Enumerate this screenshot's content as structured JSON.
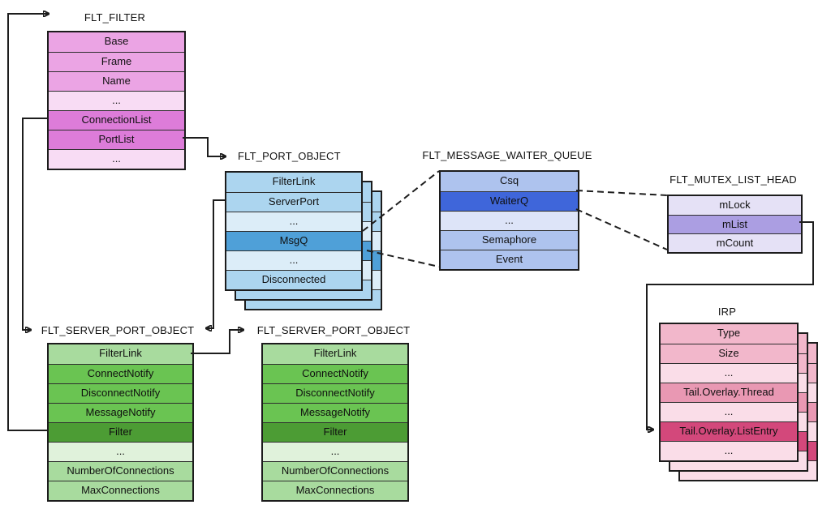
{
  "diagram": {
    "line_color": "#1d1d1d",
    "structs": {
      "flt_filter": {
        "title": "FLT_FILTER",
        "stack_count": 1,
        "palette": {
          "normal": "#EBA4E4",
          "faint": "#F8DCF4",
          "highlight": "#DD7CD9"
        },
        "rows": [
          {
            "label": "Base",
            "tone": "normal"
          },
          {
            "label": "Frame",
            "tone": "normal"
          },
          {
            "label": "Name",
            "tone": "normal"
          },
          {
            "label": "...",
            "tone": "faint"
          },
          {
            "label": "ConnectionList",
            "tone": "highlight"
          },
          {
            "label": "PortList",
            "tone": "highlight"
          },
          {
            "label": "...",
            "tone": "faint"
          }
        ]
      },
      "flt_port_object": {
        "title": "FLT_PORT_OBJECT",
        "stack_count": 3,
        "palette": {
          "normal": "#ACD5EF",
          "faint": "#DCEDF8",
          "accent": "#4FA0D8"
        },
        "rows": [
          {
            "label": "FilterLink",
            "tone": "normal"
          },
          {
            "label": "ServerPort",
            "tone": "normal"
          },
          {
            "label": "...",
            "tone": "faint"
          },
          {
            "label": "MsgQ",
            "tone": "accent"
          },
          {
            "label": "...",
            "tone": "faint"
          },
          {
            "label": "Disconnected",
            "tone": "normal"
          }
        ]
      },
      "flt_message_waiter_queue": {
        "title": "FLT_MESSAGE_WAITER_QUEUE",
        "stack_count": 1,
        "palette": {
          "normal": "#AEC3EE",
          "faint": "#DDE4F8",
          "accent": "#3F66DA"
        },
        "rows": [
          {
            "label": "Csq",
            "tone": "normal"
          },
          {
            "label": "WaiterQ",
            "tone": "accent"
          },
          {
            "label": "...",
            "tone": "faint"
          },
          {
            "label": "Semaphore",
            "tone": "normal"
          },
          {
            "label": "Event",
            "tone": "normal"
          }
        ]
      },
      "flt_mutex_list_head": {
        "title": "FLT_MUTEX_LIST_HEAD",
        "stack_count": 1,
        "palette": {
          "normal": "#E5E1F6",
          "accent": "#AB9EE2"
        },
        "rows": [
          {
            "label": "mLock",
            "tone": "normal"
          },
          {
            "label": "mList",
            "tone": "accent"
          },
          {
            "label": "mCount",
            "tone": "normal"
          }
        ]
      },
      "flt_server_port_object_1": {
        "title": "FLT_SERVER_PORT_OBJECT",
        "stack_count": 1,
        "palette": {
          "light": "#A8DB9E",
          "medium": "#6AC452",
          "dark": "#4C9C34",
          "faint": "#E0F2DB"
        },
        "rows": [
          {
            "label": "FilterLink",
            "tone": "light"
          },
          {
            "label": "ConnectNotify",
            "tone": "medium"
          },
          {
            "label": "DisconnectNotify",
            "tone": "medium"
          },
          {
            "label": "MessageNotify",
            "tone": "medium"
          },
          {
            "label": "Filter",
            "tone": "dark"
          },
          {
            "label": "...",
            "tone": "faint"
          },
          {
            "label": "NumberOfConnections",
            "tone": "light"
          },
          {
            "label": "MaxConnections",
            "tone": "light"
          }
        ]
      },
      "flt_server_port_object_2": {
        "title": "FLT_SERVER_PORT_OBJECT",
        "stack_count": 1,
        "palette": {
          "light": "#A8DB9E",
          "medium": "#6AC452",
          "dark": "#4C9C34",
          "faint": "#E0F2DB"
        },
        "rows": [
          {
            "label": "FilterLink",
            "tone": "light"
          },
          {
            "label": "ConnectNotify",
            "tone": "medium"
          },
          {
            "label": "DisconnectNotify",
            "tone": "medium"
          },
          {
            "label": "MessageNotify",
            "tone": "medium"
          },
          {
            "label": "Filter",
            "tone": "dark"
          },
          {
            "label": "...",
            "tone": "faint"
          },
          {
            "label": "NumberOfConnections",
            "tone": "light"
          },
          {
            "label": "MaxConnections",
            "tone": "light"
          }
        ]
      },
      "irp": {
        "title": "IRP",
        "stack_count": 3,
        "palette": {
          "normal": "#F2B7CB",
          "medium": "#E998B3",
          "accent": "#D3487B",
          "faint": "#FADDE8"
        },
        "rows": [
          {
            "label": "Type",
            "tone": "normal"
          },
          {
            "label": "Size",
            "tone": "normal"
          },
          {
            "label": "...",
            "tone": "faint"
          },
          {
            "label": "Tail.Overlay.Thread",
            "tone": "medium"
          },
          {
            "label": "...",
            "tone": "faint"
          },
          {
            "label": "Tail.Overlay.ListEntry",
            "tone": "accent"
          },
          {
            "label": "...",
            "tone": "faint"
          }
        ]
      }
    },
    "edges": [
      {
        "from": "FLT_SERVER_PORT_OBJECT(1).Filter",
        "to": "FLT_FILTER",
        "style": "solid-arrow"
      },
      {
        "from": "FLT_FILTER.ConnectionList",
        "to": "FLT_SERVER_PORT_OBJECT(1)",
        "style": "solid-arrow"
      },
      {
        "from": "FLT_FILTER.PortList",
        "to": "FLT_PORT_OBJECT",
        "style": "solid-arrow"
      },
      {
        "from": "FLT_PORT_OBJECT.ServerPort",
        "to": "FLT_SERVER_PORT_OBJECT(1)",
        "style": "solid-arrow"
      },
      {
        "from": "FLT_SERVER_PORT_OBJECT(1).FilterLink",
        "to": "FLT_SERVER_PORT_OBJECT(2)",
        "style": "solid-arrow"
      },
      {
        "from": "FLT_MUTEX_LIST_HEAD.mList",
        "to": "IRP.Tail.Overlay.ListEntry",
        "style": "solid-arrow"
      },
      {
        "from": "FLT_PORT_OBJECT.MsgQ",
        "to": "FLT_MESSAGE_WAITER_QUEUE",
        "style": "dashed"
      },
      {
        "from": "FLT_MESSAGE_WAITER_QUEUE.WaiterQ",
        "to": "FLT_MUTEX_LIST_HEAD",
        "style": "dashed"
      }
    ]
  }
}
